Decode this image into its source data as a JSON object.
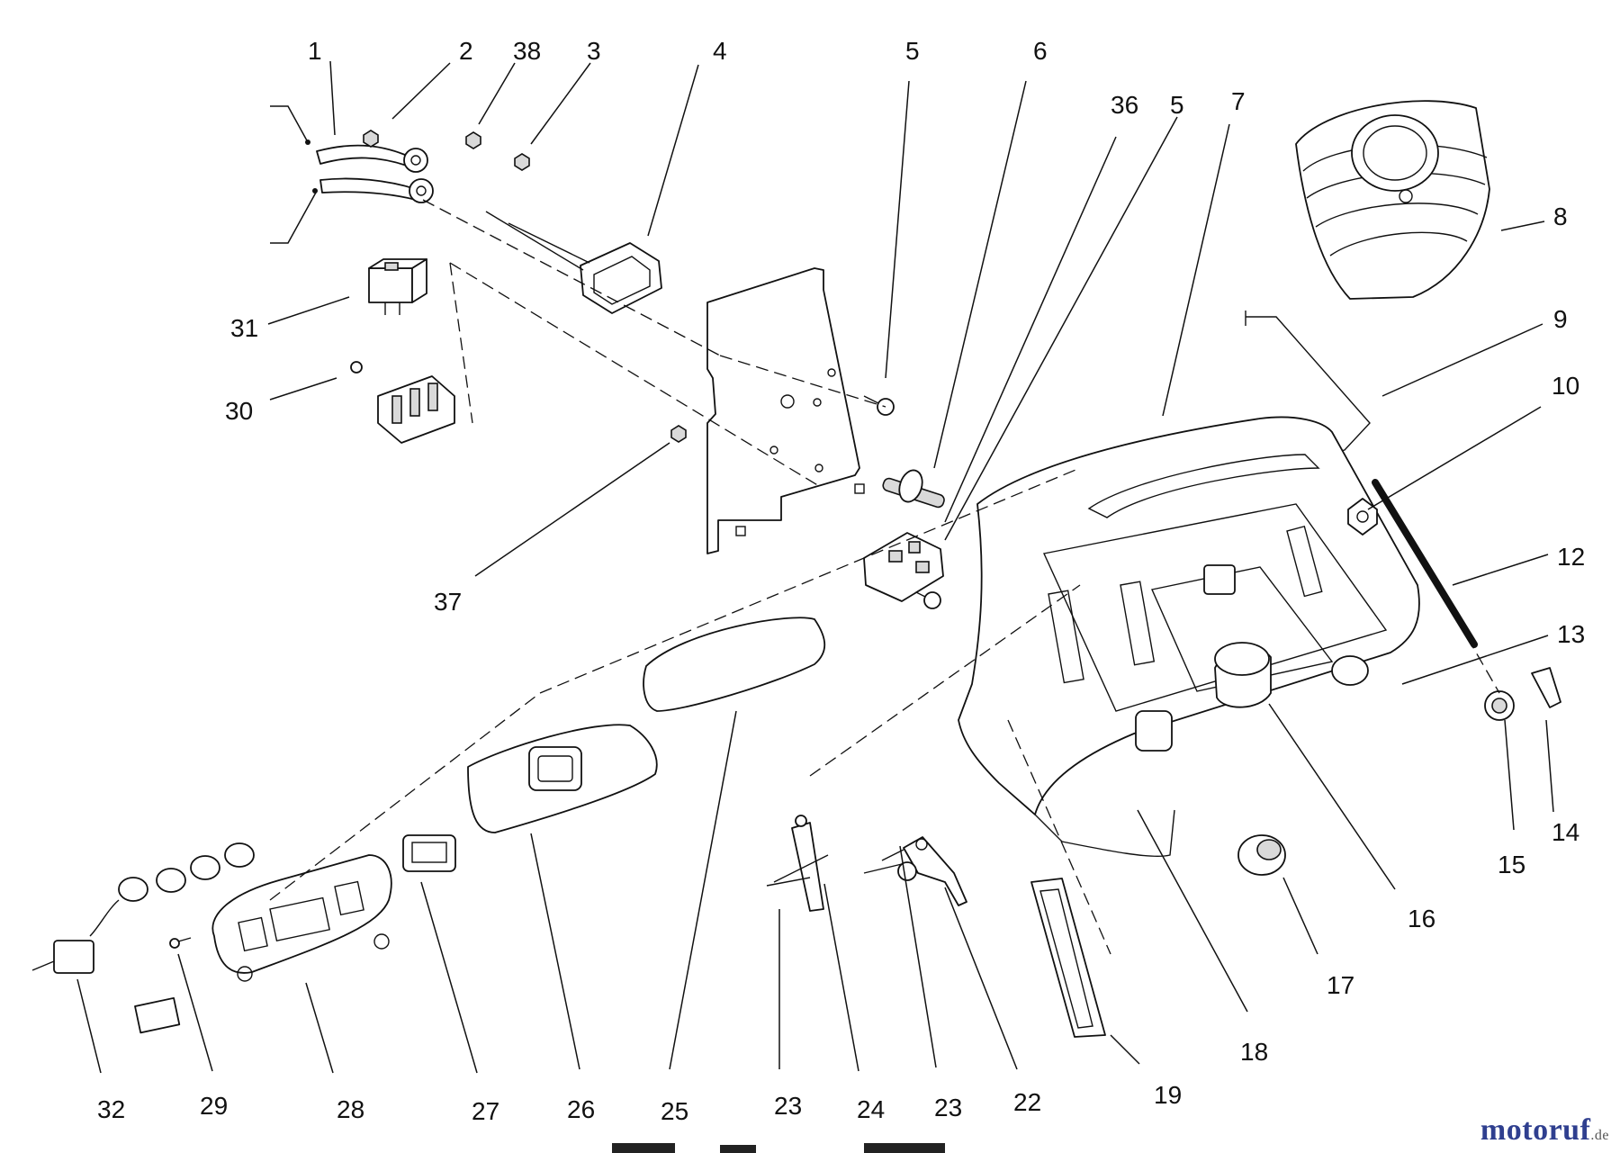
{
  "watermark": {
    "brand": "motoruf",
    "tld": ".de"
  },
  "callouts": [
    {
      "id": "c1",
      "label": "1"
    },
    {
      "id": "c2",
      "label": "2"
    },
    {
      "id": "c38",
      "label": "38"
    },
    {
      "id": "c3",
      "label": "3"
    },
    {
      "id": "c4",
      "label": "4"
    },
    {
      "id": "c5a",
      "label": "5"
    },
    {
      "id": "c6",
      "label": "6"
    },
    {
      "id": "c36",
      "label": "36"
    },
    {
      "id": "c5b",
      "label": "5"
    },
    {
      "id": "c7",
      "label": "7"
    },
    {
      "id": "c8",
      "label": "8"
    },
    {
      "id": "c9",
      "label": "9"
    },
    {
      "id": "c10",
      "label": "10"
    },
    {
      "id": "c12",
      "label": "12"
    },
    {
      "id": "c13",
      "label": "13"
    },
    {
      "id": "c14",
      "label": "14"
    },
    {
      "id": "c15",
      "label": "15"
    },
    {
      "id": "c16",
      "label": "16"
    },
    {
      "id": "c17",
      "label": "17"
    },
    {
      "id": "c18",
      "label": "18"
    },
    {
      "id": "c19",
      "label": "19"
    },
    {
      "id": "c22",
      "label": "22"
    },
    {
      "id": "c23a",
      "label": "23"
    },
    {
      "id": "c24",
      "label": "24"
    },
    {
      "id": "c23b",
      "label": "23"
    },
    {
      "id": "c25",
      "label": "25"
    },
    {
      "id": "c26",
      "label": "26"
    },
    {
      "id": "c27",
      "label": "27"
    },
    {
      "id": "c28",
      "label": "28"
    },
    {
      "id": "c29",
      "label": "29"
    },
    {
      "id": "c32",
      "label": "32"
    },
    {
      "id": "c31",
      "label": "31"
    },
    {
      "id": "c30",
      "label": "30"
    },
    {
      "id": "c37",
      "label": "37"
    }
  ]
}
